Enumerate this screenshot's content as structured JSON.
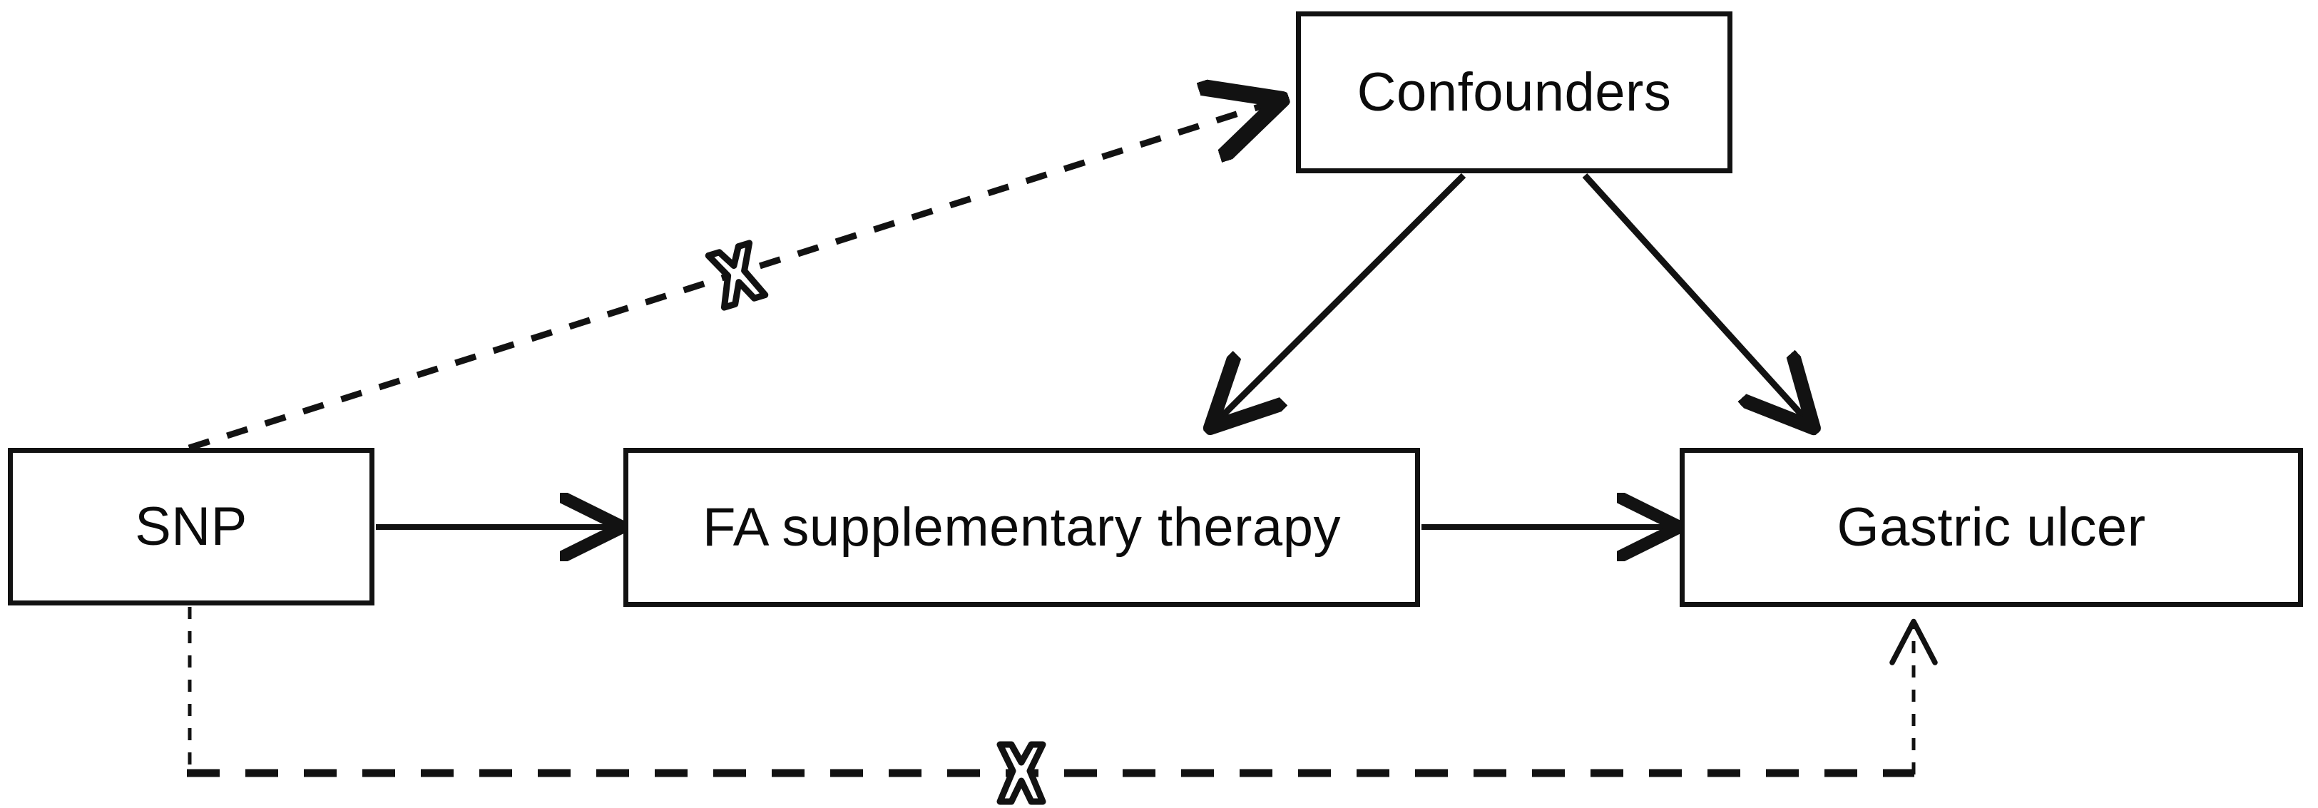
{
  "diagram": {
    "type": "mendelian-randomization-dag",
    "background_color": "#ffffff",
    "stroke_color": "#121212",
    "nodes": [
      {
        "id": "confounders",
        "label": "Confounders"
      },
      {
        "id": "snp",
        "label": "SNP"
      },
      {
        "id": "fa",
        "label": "FA supplementary therapy"
      },
      {
        "id": "gastric",
        "label": "Gastric ulcer"
      }
    ],
    "edges": [
      {
        "id": "snp-to-confounders",
        "from": "snp",
        "to": "confounders",
        "style": "dashed",
        "arrow": "single",
        "blocked": true,
        "blocker_icon": "x-cross-icon"
      },
      {
        "id": "confounders-to-fa",
        "from": "confounders",
        "to": "fa",
        "style": "solid",
        "arrow": "single",
        "blocked": false
      },
      {
        "id": "confounders-to-gastric",
        "from": "confounders",
        "to": "gastric",
        "style": "solid",
        "arrow": "single",
        "blocked": false
      },
      {
        "id": "snp-to-fa",
        "from": "snp",
        "to": "fa",
        "style": "solid",
        "arrow": "single",
        "blocked": false
      },
      {
        "id": "fa-to-gastric",
        "from": "fa",
        "to": "gastric",
        "style": "solid",
        "arrow": "single",
        "blocked": false
      },
      {
        "id": "snp-to-gastric-direct",
        "from": "snp",
        "to": "gastric",
        "style": "dashed",
        "arrow": "single",
        "blocked": true,
        "blocker_icon": "x-cross-icon"
      }
    ],
    "markers": [
      {
        "id": "blocker-upper",
        "icon": "x-cross-icon",
        "on_edge": "snp-to-confounders"
      },
      {
        "id": "blocker-lower",
        "icon": "x-cross-icon",
        "on_edge": "snp-to-gastric-direct"
      }
    ]
  }
}
